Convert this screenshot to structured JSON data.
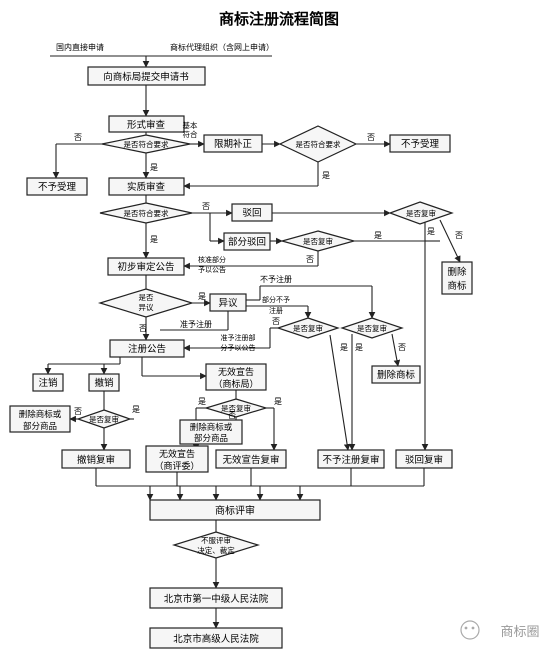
{
  "title": "商标注册流程简图",
  "entry": {
    "direct": "国内直接申请",
    "agency": "商标代理组织（含网上申请）"
  },
  "nodes": {
    "submit": "向商标局提交申请书",
    "formal_review": "形式审查",
    "formal_ok": "是否符合要求",
    "not_accepted_left": "不予受理",
    "basic_conform": "基本符合",
    "deadline_fix": "限期补正",
    "fix_ok": "是否符合要求",
    "not_accepted_right": "不予受理",
    "substantive": "实质审查",
    "subst_ok": "是否符合要求",
    "reject": "驳回",
    "partial_reject": "部分驳回",
    "review_q1": "是否复审",
    "review_q2": "是否复审",
    "delete_mark_right_1": "删除",
    "delete_mark_right_2": "商标",
    "approve_partial_1": "核准部分",
    "approve_partial_2": "予以公告",
    "prelim_notice": "初步审定公告",
    "objection_q_1": "是否",
    "objection_q_2": "异议",
    "objection": "异议",
    "not_register": "不予注册",
    "partial_not_1": "部分不予",
    "partial_not_2": "注册",
    "review_q3": "是否复审",
    "review_q4": "是否复审",
    "allow_register": "准予注册",
    "allow_partial_1": "准予注册部",
    "allow_partial_2": "分予以公告",
    "reg_notice": "注册公告",
    "cancel": "注销",
    "revoke": "撤销",
    "invalid_office_1": "无效宣告",
    "invalid_office_2": "（商标局）",
    "delete_mark": "删除商标",
    "delete_or_partial_1": "删除商标或",
    "delete_or_partial_2": "部分商品",
    "review_q5": "是否复审",
    "review_q6": "是否复审",
    "delete_or_partial_mid_1": "删除商标或",
    "delete_or_partial_mid_2": "部分商品",
    "revoke_review": "撤销复审",
    "invalid_board_1": "无效宣告",
    "invalid_board_2": "（商评委）",
    "invalid_review": "无效宣告复审",
    "not_register_review": "不予注册复审",
    "reject_review": "驳回复审",
    "trab": "商标评审",
    "not_accept_1": "不服评审",
    "not_accept_2": "决定、裁定",
    "court1": "北京市第一中级人民法院",
    "court2": "北京市高级人民法院"
  },
  "labels": {
    "yes": "是",
    "no": "否"
  },
  "watermark": {
    "text": "商标圈",
    "icon": "wechat-icon"
  }
}
